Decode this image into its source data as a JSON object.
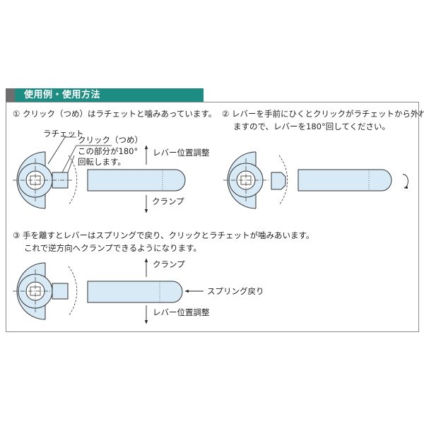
{
  "section": {
    "title": "使用例・使用方法"
  },
  "steps": [
    {
      "num": "①",
      "lines": [
        "クリック（つめ）はラチェットと噛みあっています。"
      ]
    },
    {
      "num": "②",
      "lines": [
        "レバーを手前にひくとクリックがラチェットから外れ",
        "ますので、レバーを180°回してください。"
      ]
    },
    {
      "num": "③",
      "lines": [
        "手を離すとレバーはスプリングで戻り、クリックとラチェットが噛みあいます。",
        "これで逆方向へクランプできるようになります。"
      ]
    }
  ],
  "labels": {
    "ratchet": "ラチェット",
    "click": "クリック（つめ）",
    "rotate_note_1": "この部分が180°",
    "rotate_note_2": "回転します。",
    "lever_adjust": "レバー位置調整",
    "clamp": "クランプ",
    "spring_return": "スプリング戻り"
  },
  "colors": {
    "header": "#1d8c82",
    "header_mark": "#6e6e6e",
    "part_fill": "#d7eaf6",
    "outline": "#333333"
  }
}
